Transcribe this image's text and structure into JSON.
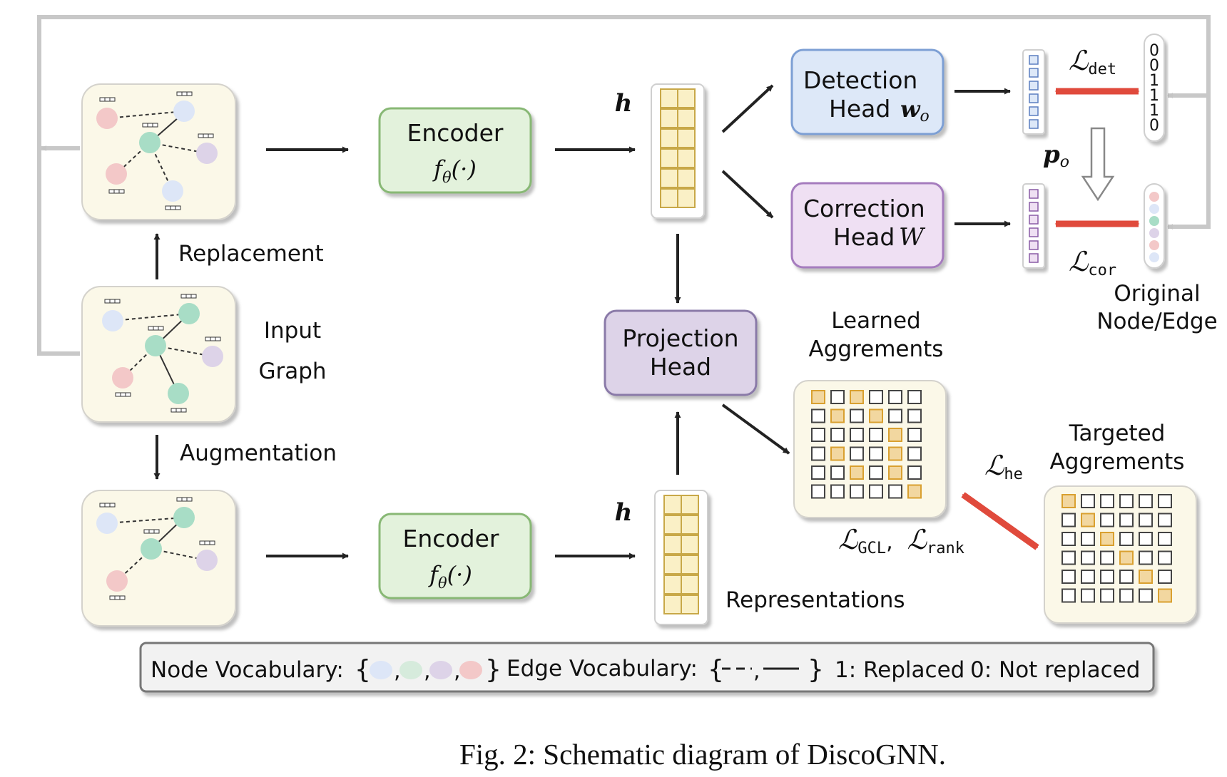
{
  "graph_labels": {
    "replacement": "Replacement",
    "input_line1": "Input",
    "input_line2": "Graph",
    "augmentation": "Augmentation"
  },
  "encoder": {
    "title": "Encoder",
    "func": "f",
    "func_sub": "θ",
    "func_arg": "(·)"
  },
  "h_label": "h",
  "detection_head": {
    "line1": "Detection",
    "line2": "Head",
    "symbol": "w",
    "symbol_sub": "o"
  },
  "correction_head": {
    "line1": "Correction",
    "line2": "Head",
    "symbol": "W"
  },
  "projection_head": {
    "line1": "Projection",
    "line2": "Head"
  },
  "losses": {
    "script_L": "ℒ",
    "det": "det",
    "cor": "cor",
    "he": "he",
    "gcl": "GCL",
    "rank": "rank",
    "comma": ","
  },
  "p_o": {
    "symbol": "p",
    "sub": "o"
  },
  "binary_digits": [
    "0",
    "0",
    "1",
    "1",
    "1",
    "0"
  ],
  "original_label": {
    "line1": "Original",
    "line2": "Node/Edge"
  },
  "learned_label": {
    "line1": "Learned",
    "line2": "Aggrements"
  },
  "targeted_label": {
    "line1": "Targeted",
    "line2": "Aggrements"
  },
  "representations_label": "Representations",
  "legend": {
    "node_vocab": "Node Vocabulary:",
    "edge_vocab": "Edge Vocabulary:",
    "open_brace": "{",
    "close_brace": "}",
    "comma": ",",
    "replaced": "1: Replaced",
    "not_replaced": "0: Not replaced"
  },
  "caption": "Fig. 2: Schematic diagram of DiscoGNN.",
  "colors": {
    "node_blue": "#dde6f7",
    "node_green": "#a8ddc6",
    "node_purple": "#ddd3e8",
    "node_red": "#f3c8c8",
    "encoder_fill": "#e3f2dc",
    "encoder_stroke": "#88b874",
    "detection_fill": "#dde8f8",
    "detection_stroke": "#7d9fd4",
    "correction_fill": "#efe0f3",
    "correction_stroke": "#a57cbe",
    "projection_fill": "#ddd3e8",
    "projection_stroke": "#8a7aa8",
    "panel_fill": "#fbf8e8",
    "rep_fill": "#faf0c6",
    "rep_stroke": "#c8a848",
    "orange_cell": "#f2d7a0",
    "red_arrow": "#e04a3c"
  }
}
